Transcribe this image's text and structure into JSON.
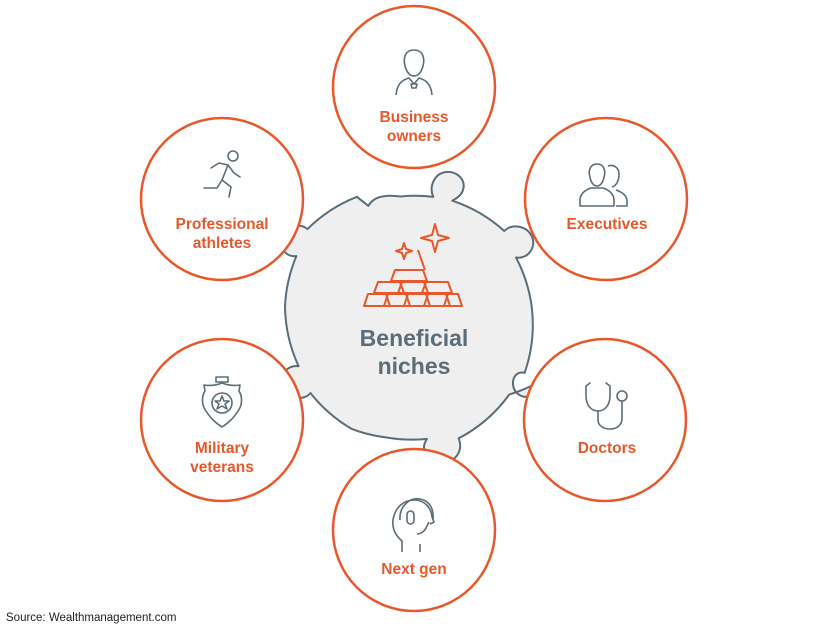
{
  "center": {
    "line1": "Beneficial",
    "line2": "niches",
    "icon": "gold-bars-sparkle-icon"
  },
  "niches": [
    {
      "id": "business-owners",
      "line1": "Business",
      "line2": "owners",
      "icon": "business-person-icon"
    },
    {
      "id": "executives",
      "line1": "Executives",
      "line2": "",
      "icon": "people-group-icon"
    },
    {
      "id": "doctors",
      "line1": "Doctors",
      "line2": "",
      "icon": "stethoscope-icon"
    },
    {
      "id": "next-gen",
      "line1": "Next gen",
      "line2": "",
      "icon": "head-headphones-icon"
    },
    {
      "id": "military-veterans",
      "line1": "Military",
      "line2": "veterans",
      "icon": "police-badge-icon"
    },
    {
      "id": "professional-athletes",
      "line1": "Professional",
      "line2": "athletes",
      "icon": "runner-icon"
    }
  ],
  "source": "Source: Wealthmanagement.com",
  "colors": {
    "accent": "#e8582a",
    "slate": "#5b6d78",
    "hub_fill": "#efeff0",
    "icon_stroke": "#5b6d78"
  }
}
